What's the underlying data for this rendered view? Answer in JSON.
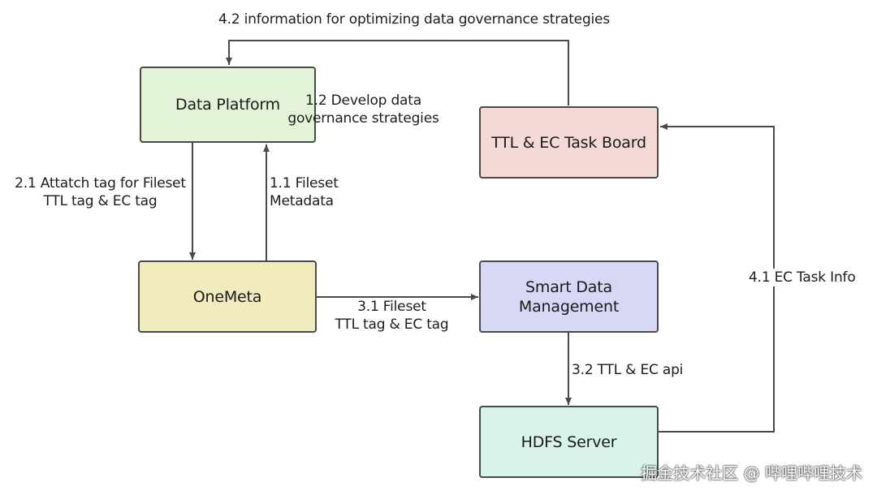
{
  "nodes": {
    "data_platform": {
      "label": "Data Platform",
      "fill": "#e3f3d8"
    },
    "ttl_ec_board": {
      "label": "TTL & EC Task Board",
      "fill": "#f4d9d7"
    },
    "onemeta": {
      "label": "OneMeta",
      "fill": "#f2ebbd"
    },
    "smart_data": {
      "label": "Smart Data\nManagement",
      "fill": "#d6d8f6"
    },
    "hdfs": {
      "label": "HDFS Server",
      "fill": "#d9f2ec"
    }
  },
  "edges": {
    "e11": "1.1 Fileset\nMetadata",
    "e12": "1.2 Develop data\ngovernance strategies",
    "e21": "2.1 Attatch tag for Fileset\nTTL tag & EC tag",
    "e31": "3.1 Fileset\nTTL tag & EC tag",
    "e32": "3.2 TTL & EC api",
    "e41": "4.1 EC Task Info",
    "e42": "4.2 information for optimizing data governance strategies"
  },
  "watermark": "掘金技术社区 @ 哔哩哔哩技术",
  "colors": {
    "stroke": "#4a4a4a"
  }
}
